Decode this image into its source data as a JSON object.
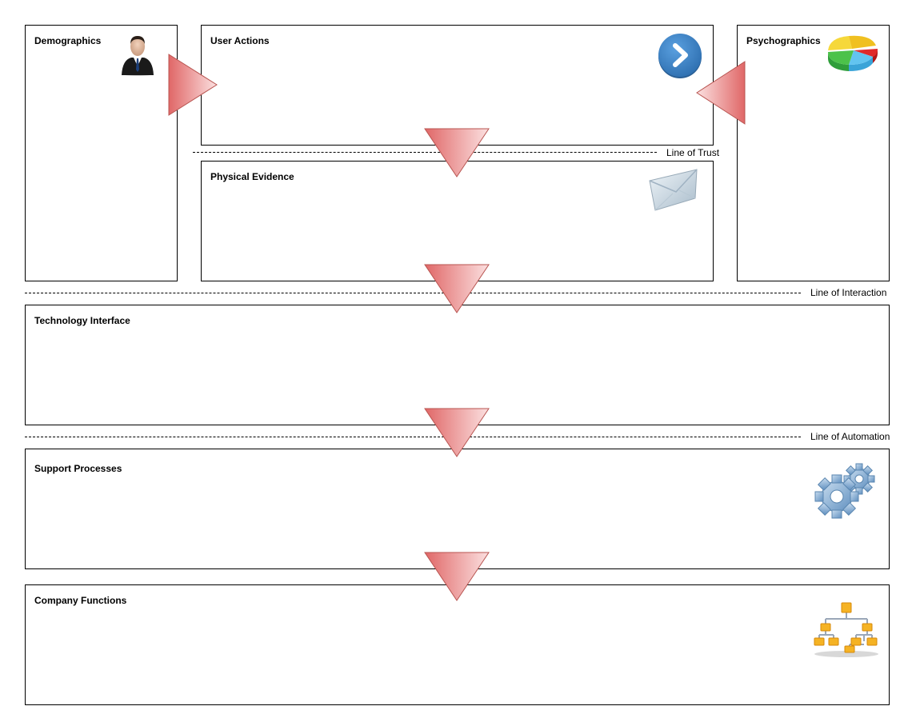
{
  "boxes": {
    "demographics": "Demographics",
    "user_actions": "User Actions",
    "psychographics": "Psychographics",
    "physical_evidence": "Physical Evidence",
    "technology_interface": "Technology Interface",
    "support_processes": "Support Processes",
    "company_functions": "Company Functions"
  },
  "lines": {
    "trust": "Line of Trust",
    "interaction": "Line of Interaction",
    "automation": "Line of Automation"
  },
  "icons": {
    "demographics": "businessman-icon",
    "user_actions": "chevron-right-circle-icon",
    "psychographics": "pie-chart-icon",
    "physical_evidence": "envelope-icon",
    "support_processes": "gears-icon",
    "company_functions": "org-chart-icon"
  },
  "colors": {
    "arrow_light": "#fbe0e0",
    "arrow_dark": "#e06767",
    "arrow_stroke": "#b85450",
    "chevron_blue": "#3f86cc"
  }
}
